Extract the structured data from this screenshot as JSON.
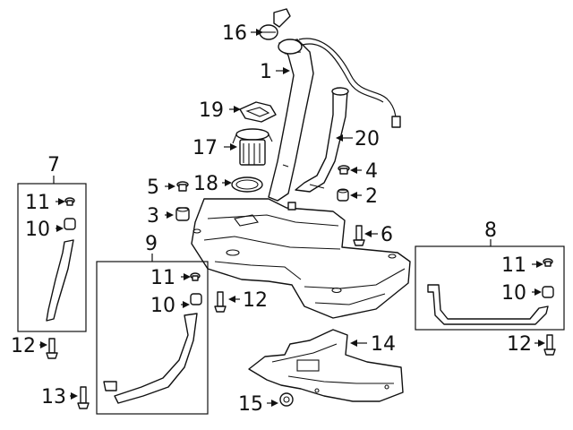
{
  "callouts": {
    "c1": "1",
    "c2": "2",
    "c3": "3",
    "c4": "4",
    "c5": "5",
    "c6": "6",
    "c7": "7",
    "c8": "8",
    "c9": "9",
    "c10_box7": "10",
    "c10_box9": "10",
    "c10_box8": "10",
    "c11_box7": "11",
    "c11_box9": "11",
    "c11_box8": "11",
    "c12_box7": "12",
    "c12_main": "12",
    "c12_box8": "12",
    "c13": "13",
    "c14": "14",
    "c15": "15",
    "c16": "16",
    "c17": "17",
    "c18": "18",
    "c19": "19",
    "c20": "20"
  }
}
